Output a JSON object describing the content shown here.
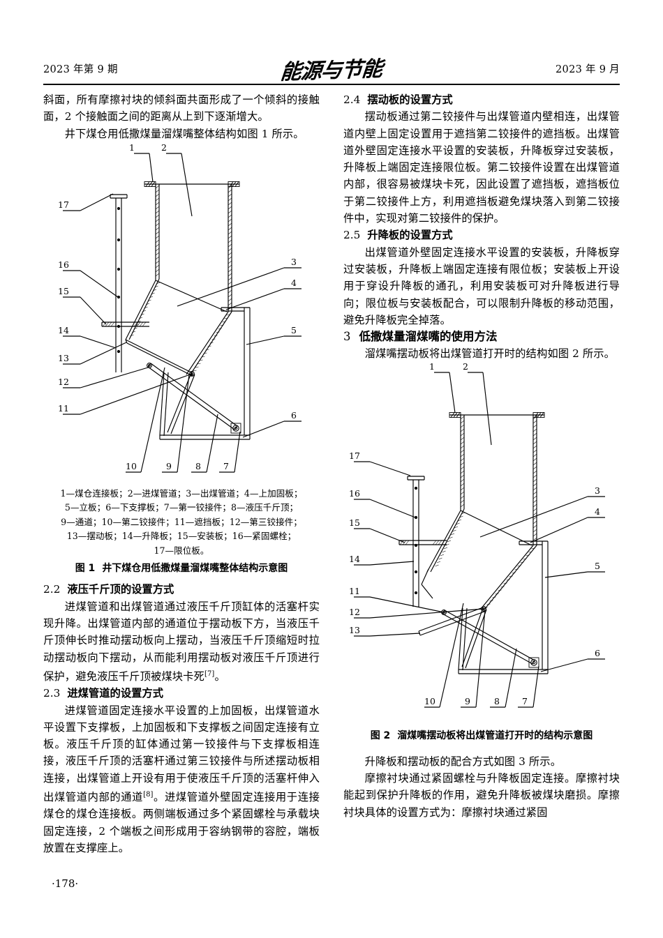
{
  "header": {
    "left": "2023 年第 9 期",
    "masthead": "能源与节能",
    "right": "2023 年 9 月"
  },
  "page_number": "·178·",
  "left_column": {
    "para_continued": "斜面，所有摩擦衬块的倾斜面共面形成了一个倾斜的接触面，2 个接触面之间的距离从上到下逐渐增大。",
    "para_fig1_ref": "井下煤仓用低撒煤量溜煤嘴整体结构如图 1 所示。",
    "figure1": {
      "legend_lines": [
        "1—煤仓连接板；2—进煤管道；3—出煤管道；4—上加固板；",
        "5—立板；6—下支撑板；7—第一铰接件；8—液压千斤顶；",
        "9—通道；10—第二铰接件；11—遮挡板；12—第三铰接件；",
        "13—摆动板；14—升降板；15—安装板；16—紧固螺栓；",
        "17—限位板。"
      ],
      "caption_num": "图 1",
      "caption_text": "井下煤仓用低撒煤量溜煤嘴整体结构示意图",
      "callouts": [
        "1",
        "2",
        "3",
        "4",
        "5",
        "6",
        "7",
        "8",
        "9",
        "10",
        "11",
        "12",
        "13",
        "14",
        "15",
        "16",
        "17"
      ]
    },
    "section_2_2": {
      "num": "2.2",
      "title": "液压千斤顶的设置方式",
      "body_pre": "进煤管道和出煤管道通过液压千斤顶缸体的活塞杆实现升降。出煤管道内部的通道位于摆动板下方，当液压千斤顶伸长时推动摆动板向上摆动，当液压千斤顶缩短时拉动摆动板向下摆动，从而能利用摆动板对液压千斤顶进行保护，避免液压千斤顶被煤块卡死",
      "ref": "[7]",
      "body_post": "。"
    },
    "section_2_3": {
      "num": "2.3",
      "title": "进煤管道的设置方式",
      "body_pre": "进煤管道固定连接水平设置的上加固板，出煤管道水平设置下支撑板，上加固板和下支撑板之间固定连接有立板。液压千斤顶的缸体通过第一铰接件与下支撑板相连接，液压千斤顶的活塞杆通过第三铰接件与所述摆动板相连接，出煤管道上开设有用于使液压千斤顶的活塞杆伸入出煤管道内部的通道",
      "ref": "[8]",
      "body_post": "。进煤管道外壁固定连接用于连接煤仓的煤仓连接板。两侧端板通过多个紧固螺栓与承载块固定连接，2 个端板之间形成用于容纳钢带的容腔，端板放置在支撑座上。"
    }
  },
  "right_column": {
    "section_2_4": {
      "num": "2.4",
      "title": "摆动板的设置方式",
      "body": "摆动板通过第二铰接件与出煤管道内壁相连，出煤管道内壁上固定设置用于遮挡第二铰接件的遮挡板。出煤管道外壁固定连接水平设置的安装板，升降板穿过安装板，升降板上端固定连接限位板。第二铰接件设置在出煤管道内部，很容易被煤块卡死，因此设置了遮挡板，遮挡板位于第二铰接件上方，利用遮挡板避免煤块落入到第二铰接件中，实现对第二铰接件的保护。"
    },
    "section_2_5": {
      "num": "2.5",
      "title": "升降板的设置方式",
      "body": "出煤管道外壁固定连接水平设置的安装板，升降板穿过安装板，升降板上端固定连接有限位板；安装板上开设用于穿设升降板的通孔，利用安装板可对升降板进行导向；限位板与安装板配合，可以限制升降板的移动范围，避免升降板完全掉落。"
    },
    "section_3": {
      "num": "3",
      "title": "低撒煤量溜煤嘴的使用方法",
      "body": "溜煤嘴摆动板将出煤管道打开时的结构如图 2 所示。"
    },
    "figure2": {
      "caption_num": "图 2",
      "caption_text": "溜煤嘴摆动板将出煤管道打开时的结构示意图",
      "callouts": [
        "1",
        "2",
        "3",
        "4",
        "5",
        "6",
        "7",
        "8",
        "9",
        "10",
        "11",
        "12",
        "13",
        "14",
        "15",
        "16",
        "17"
      ]
    },
    "para_fig3_ref": "升降板和摆动板的配合方式如图 3 所示。",
    "para_tail": "摩擦衬块通过紧固螺栓与升降板固定连接。摩擦衬块能起到保护升降板的作用，避免升降板被煤块磨损。摩擦衬块具体的设置方式为：摩擦衬块通过紧固"
  },
  "colors": {
    "ink": "#000000",
    "paper": "#ffffff"
  }
}
